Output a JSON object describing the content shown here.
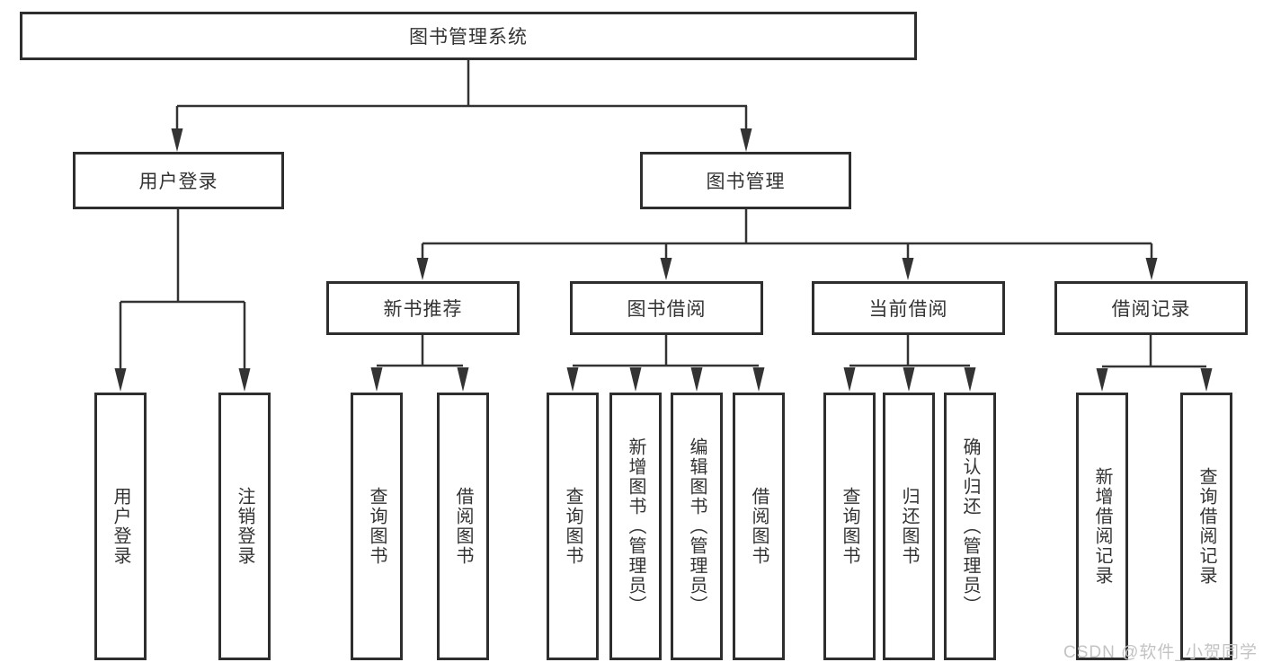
{
  "title": "图书管理系统",
  "branches": {
    "user_login": {
      "label": "用户登录",
      "children": [
        "用户登录",
        "注销登录"
      ]
    },
    "book_management": {
      "label": "图书管理",
      "sections": [
        {
          "label": "新书推荐",
          "children": [
            "查询图书",
            "借阅图书"
          ]
        },
        {
          "label": "图书借阅",
          "children": [
            "查询图书",
            "新增图书（管理员）",
            "编辑图书（管理员）",
            "借阅图书"
          ]
        },
        {
          "label": "当前借阅",
          "children": [
            "查询图书",
            "归还图书",
            "确认归还（管理员）"
          ]
        },
        {
          "label": "借阅记录",
          "children": [
            "新增借阅记录",
            "查询借阅记录"
          ]
        }
      ]
    }
  },
  "watermark": {
    "text": "CSDN @软件_小贺同学"
  },
  "colors": {
    "line": "#333333",
    "box_border": "#2e2e2e",
    "text": "#333333",
    "watermark": "#c3c3c3",
    "background": "#ffffff"
  }
}
